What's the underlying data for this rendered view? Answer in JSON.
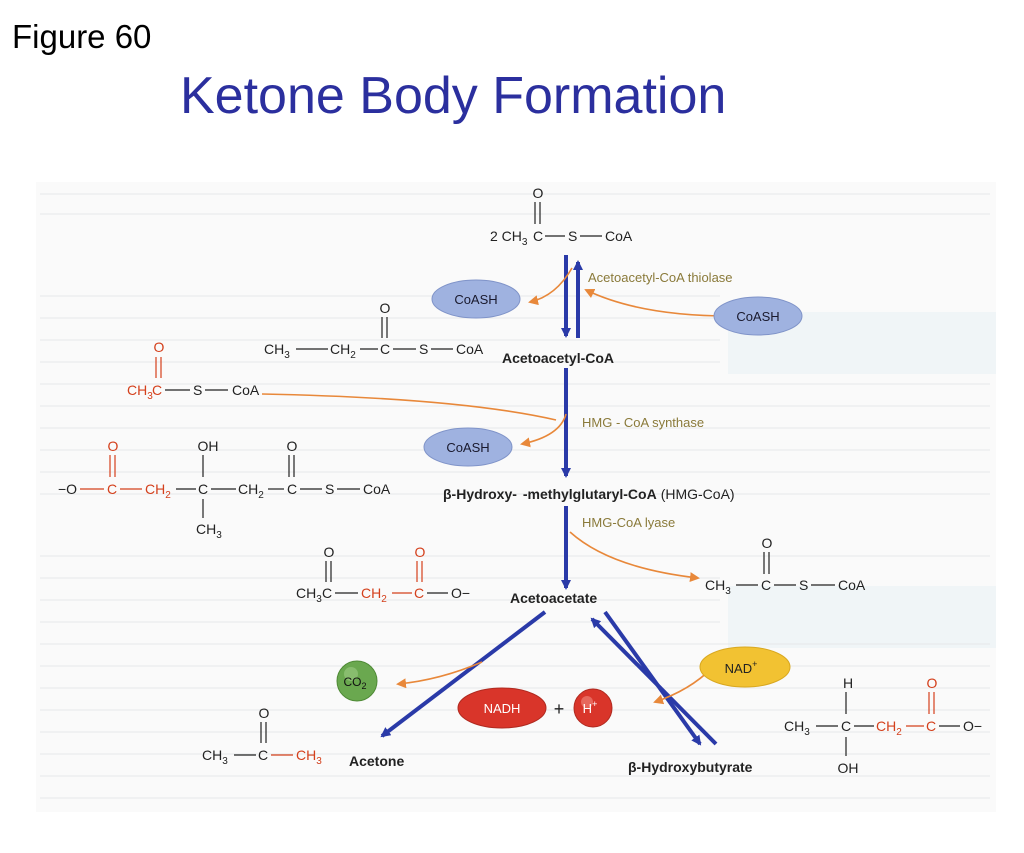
{
  "header": {
    "figure_label": "Figure 60",
    "title": "Ketone Body Formation"
  },
  "colors": {
    "title": "#2b2f9e",
    "main_arrow": "#2a3aa8",
    "side_arrow": "#e8883a",
    "red_atom": "#d4401c",
    "enzyme_text": "#8a7a3a",
    "coash_oval": "#9fb2e0",
    "nad_oval": "#f2c232",
    "nadh_oval": "#d9352a",
    "co2_circle": "#6aa84f"
  },
  "molecules": {
    "acetyl_coa_2": {
      "prefix": "2 CH",
      "sub": "3",
      "c": "C",
      "s": "S",
      "coa": "CoA",
      "o": "O"
    },
    "acetoacetyl_coa": {
      "ch3": "CH",
      "sub3": "3",
      "ch2": "CH",
      "sub2": "2",
      "c": "C",
      "s": "S",
      "coa": "CoA",
      "o": "O",
      "name": "Acetoacetyl-CoA"
    },
    "acetyl_coa_red": {
      "ch3": "CH",
      "sub3": "3",
      "c": "C",
      "s": "S",
      "coa": "CoA",
      "o": "O"
    },
    "hmg_coa": {
      "minus_o": "−O",
      "c1": "C",
      "ch2a": "CH",
      "sub2a": "2",
      "c2": "C",
      "ch2b": "CH",
      "sub2b": "2",
      "c3": "C",
      "s": "S",
      "coa": "CoA",
      "oh": "OH",
      "ch3": "CH",
      "sub3": "3",
      "o": "O",
      "name_prefix": "β-Hydroxy-",
      "name_main": "-methylglutaryl-CoA",
      "name_suffix": "(HMG-CoA)"
    },
    "acetoacetate": {
      "ch3": "CH",
      "sub3": "3",
      "c1": "C",
      "ch2": "CH",
      "sub2": "2",
      "c2": "C",
      "ominus": "O−",
      "o": "O",
      "name": "Acetoacetate"
    },
    "acetyl_coa_product": {
      "ch3": "CH",
      "sub3": "3",
      "c": "C",
      "s": "S",
      "coa": "CoA",
      "o": "O"
    },
    "acetone": {
      "ch3a": "CH",
      "sub3a": "3",
      "c": "C",
      "ch3b": "CH",
      "sub3b": "3",
      "o": "O",
      "name": "Acetone"
    },
    "hydroxybutyrate": {
      "h": "H",
      "ch3": "CH",
      "sub3": "3",
      "c1": "C",
      "ch2": "CH",
      "sub2": "2",
      "c2": "C",
      "ominus": "O−",
      "oh": "OH",
      "o": "O",
      "name": "β-Hydroxybutyrate"
    }
  },
  "enzymes": {
    "thiolase": "Acetoacetyl-CoA thiolase",
    "synthase": "HMG - CoA synthase",
    "lyase": "HMG-CoA lyase"
  },
  "cofactors": {
    "coash_1": "CoASH",
    "coash_2": "CoASH",
    "coash_3": "CoASH",
    "nad": "NAD",
    "nad_charge": "+",
    "nadh": "NADH",
    "plus": "+",
    "h": "H",
    "h_charge": "+",
    "co2": "CO",
    "co2_sub": "2"
  }
}
